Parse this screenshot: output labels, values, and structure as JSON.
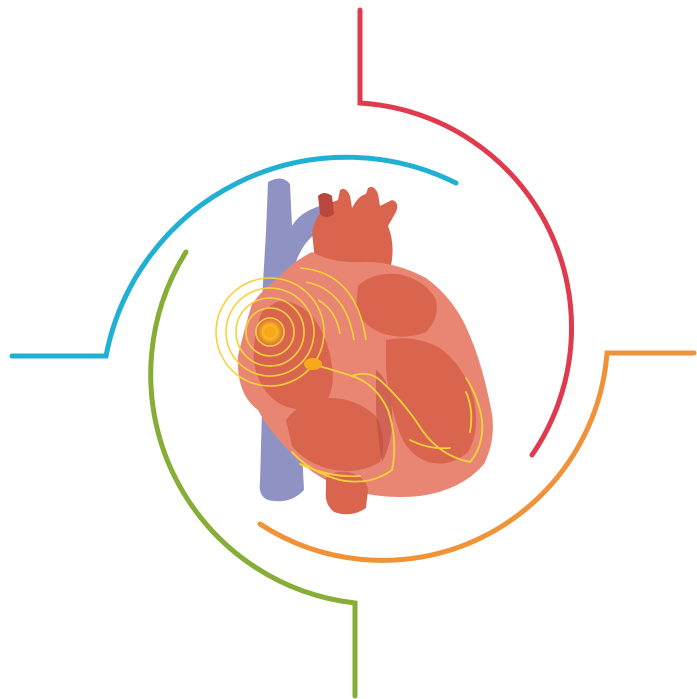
{
  "colors": {
    "background": "#ffffff",
    "red_arc": "#e03a4e",
    "blue_arc": "#1fb0d3",
    "green_arc": "#86ad35",
    "orange_arc": "#ef9238",
    "vein": "#8e93c4",
    "heart_outer": "#e98673",
    "heart_inner": "#d9654f",
    "heart_shadow": "#b9473c",
    "conduction": "#f5d23a",
    "sa_node": "#f7a81b"
  },
  "icons": {
    "heart": "heart-illustration",
    "sa_node": "sinoatrial-node",
    "av_node": "atrioventricular-node"
  }
}
